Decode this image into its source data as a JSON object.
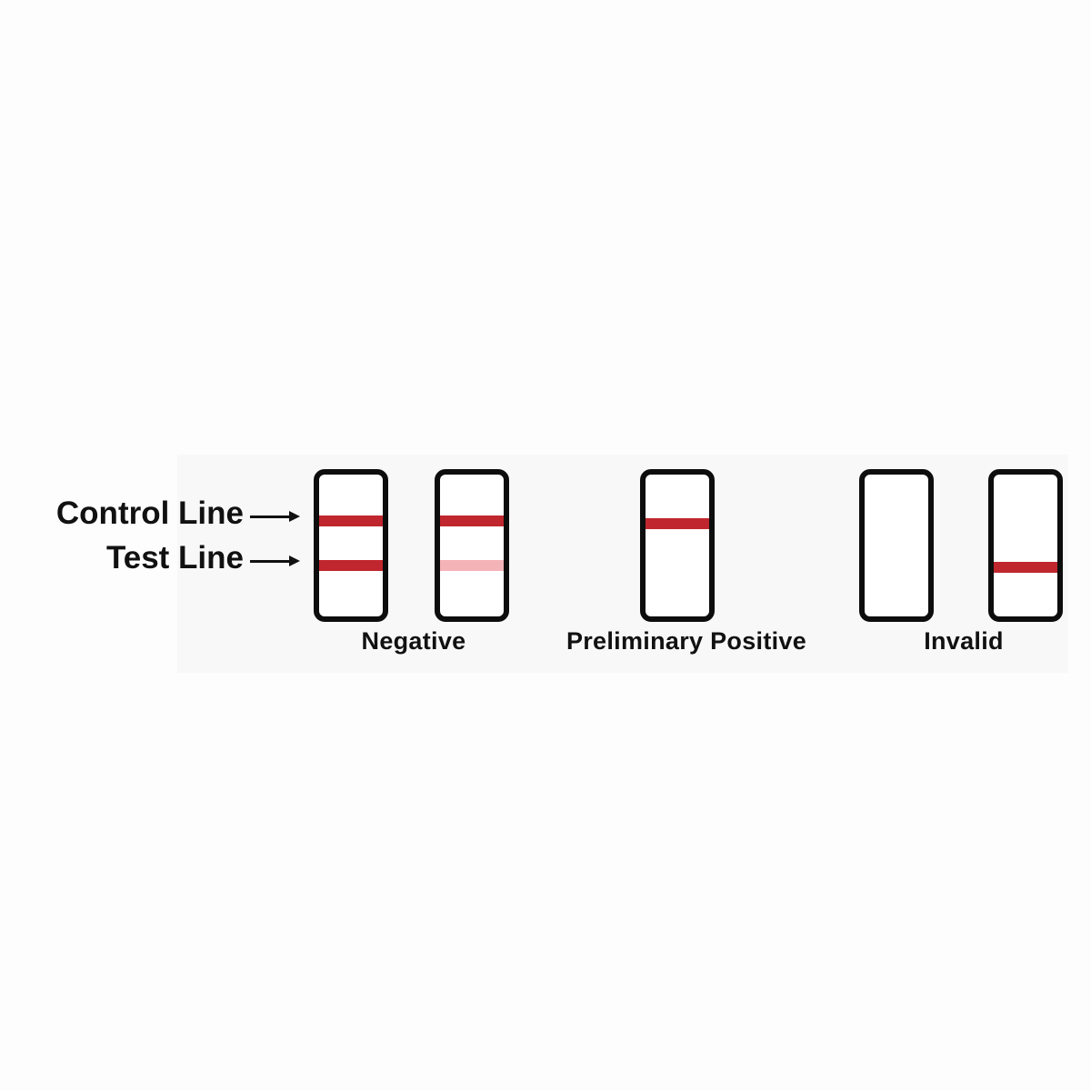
{
  "labels": {
    "control_line": "Control Line",
    "test_line": "Test Line"
  },
  "groups": {
    "negative": "Negative",
    "preliminary_positive": "Preliminary Positive",
    "invalid": "Invalid"
  },
  "colors": {
    "line_strong": "#c0262d",
    "line_faint": "#f3b3b7",
    "cassette_border": "#0d0d0d"
  },
  "cassettes": [
    {
      "group": "Negative",
      "control": "strong",
      "test": "strong"
    },
    {
      "group": "Negative",
      "control": "strong",
      "test": "faint"
    },
    {
      "group": "Preliminary Positive",
      "control": "strong",
      "test": "none"
    },
    {
      "group": "Invalid",
      "control": "none",
      "test": "none"
    },
    {
      "group": "Invalid",
      "control": "none",
      "test": "strong"
    }
  ]
}
